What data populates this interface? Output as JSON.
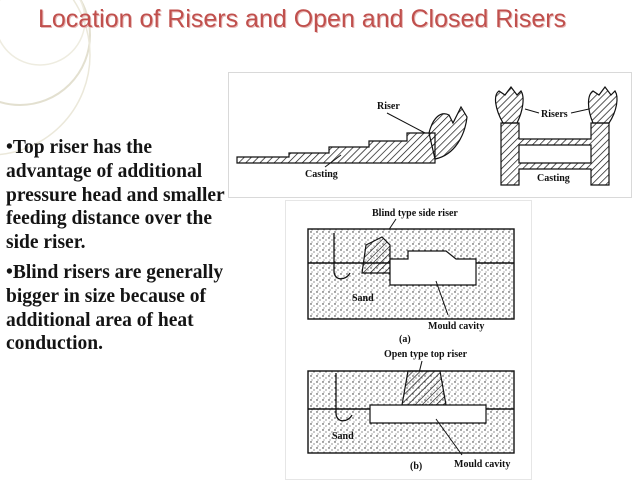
{
  "slide": {
    "title": "Location of Risers and Open  and Closed Risers",
    "bullets": [
      "•Top riser has the advantage of additional pressure head and smaller feeding distance over the side riser.",
      "•Blind risers are generally bigger in size because of additional area of heat conduction."
    ]
  },
  "figure_top": {
    "left_riser_label": "Riser",
    "left_casting_label": "Casting",
    "right_risers_label": "Risers",
    "right_casting_label": "Casting"
  },
  "figure_bottom": {
    "blind_label": "Blind type side riser",
    "sand_label_a": "Sand",
    "cavity_label_a": "Mould cavity",
    "caption_a": "(a)",
    "open_label": "Open type top riser",
    "sand_label_b": "Sand",
    "caption_b": "(b)",
    "cavity_label_b": "Mould cavity"
  },
  "colors": {
    "title": "#c0504d",
    "text": "#141414",
    "decor": "#e3e0d0"
  }
}
